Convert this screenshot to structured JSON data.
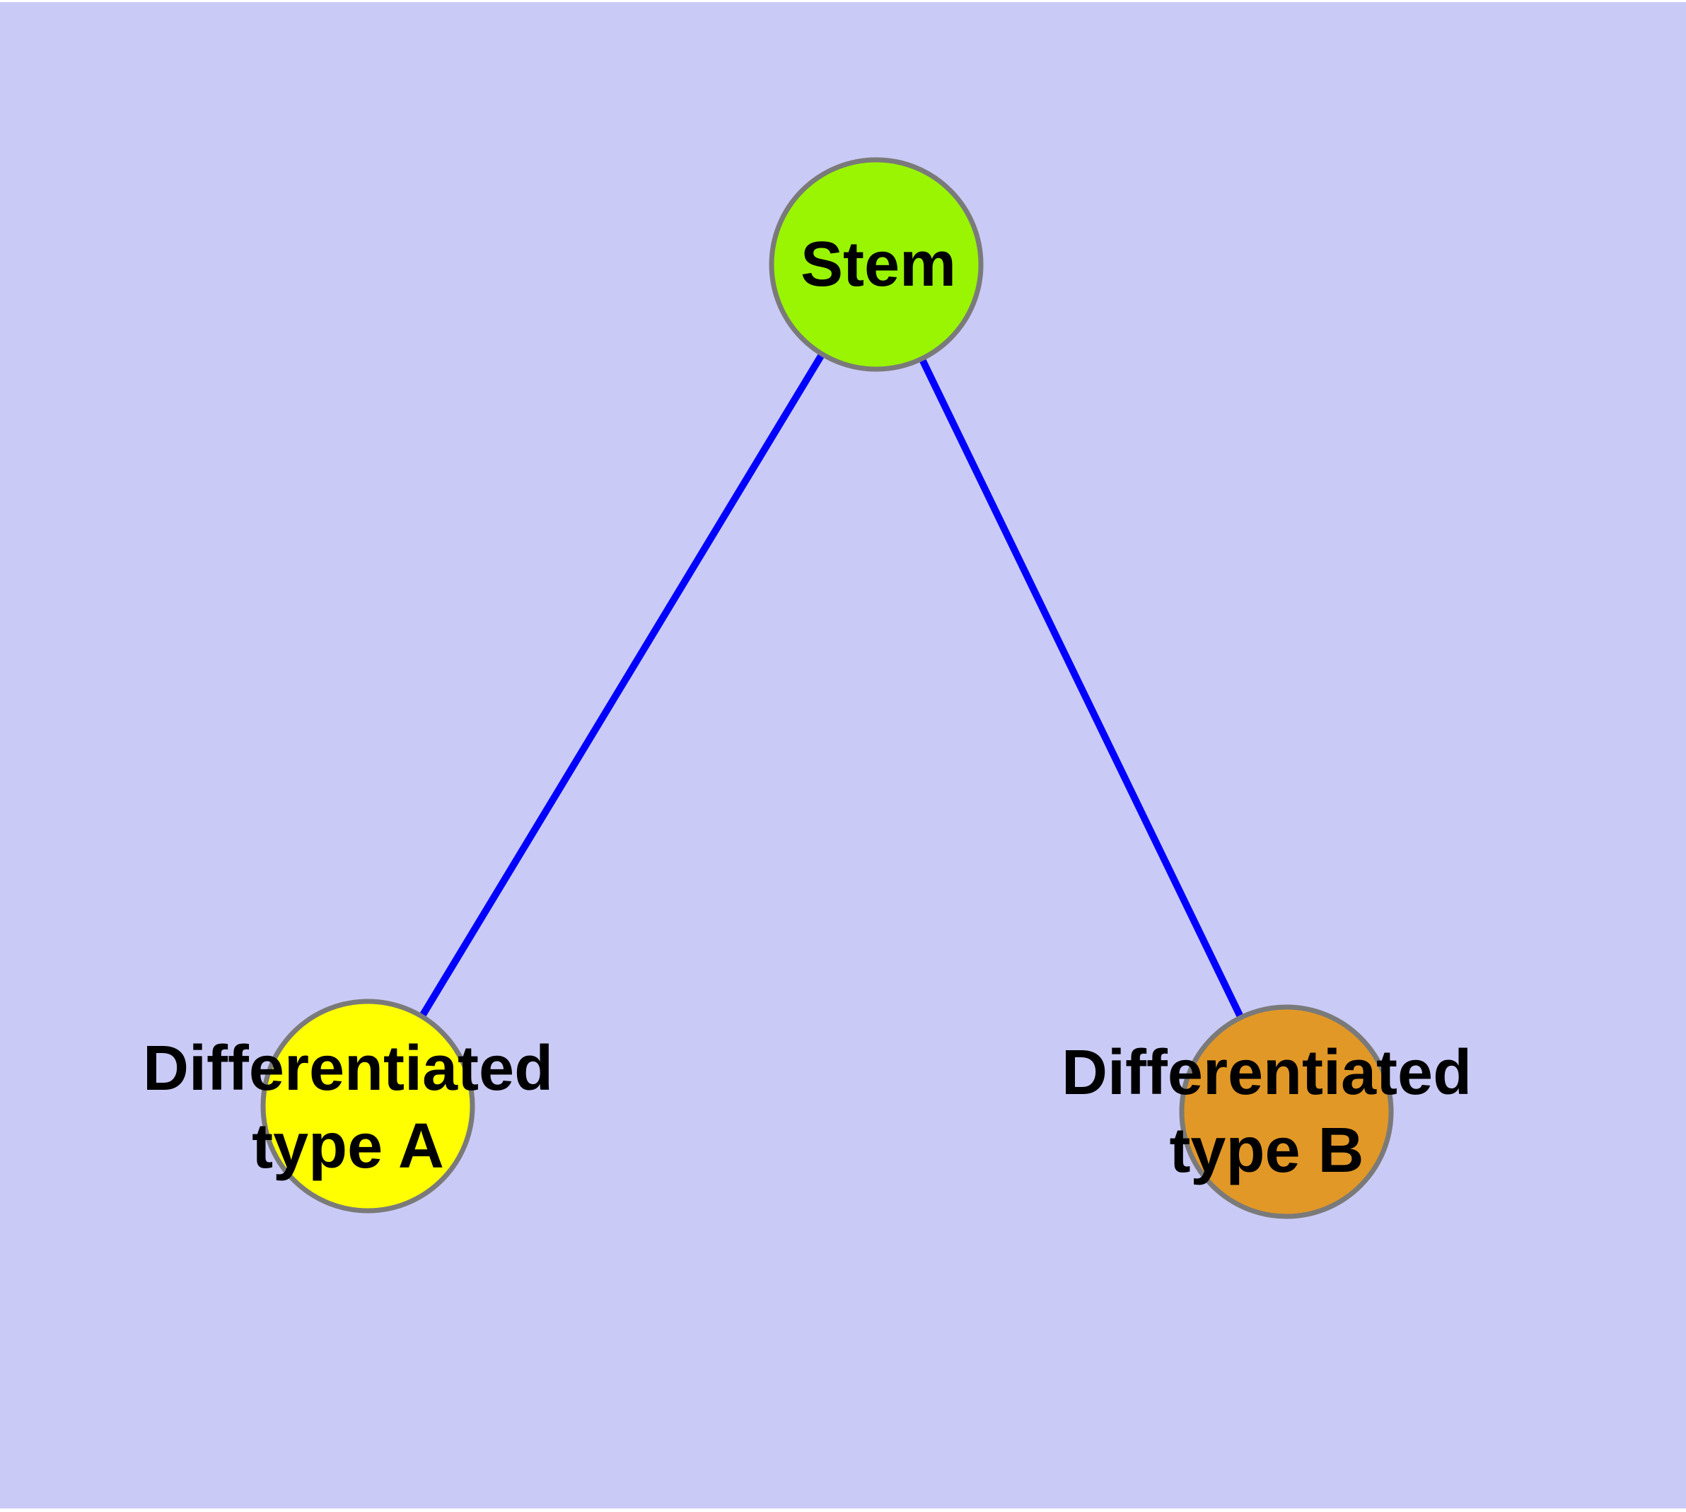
{
  "diagram": {
    "type": "node-link-graph",
    "page_color": "#FFFFFF",
    "background_color": "#CACAF6",
    "edge_color": "#0000FF",
    "node_border_color": "#7A7A7A",
    "label_color": "#000000",
    "nodes": {
      "stem": {
        "label": "Stem",
        "fill": "#99F502"
      },
      "type_a": {
        "line1": "Differentiated",
        "line2": "type A",
        "fill": "#FFFF00"
      },
      "type_b": {
        "line1": "Differentiated",
        "line2": "type B",
        "fill": "#E29826"
      }
    },
    "edges": [
      {
        "from": "Stem",
        "to": "Differentiated type A"
      },
      {
        "from": "Stem",
        "to": "Differentiated type B"
      }
    ]
  }
}
